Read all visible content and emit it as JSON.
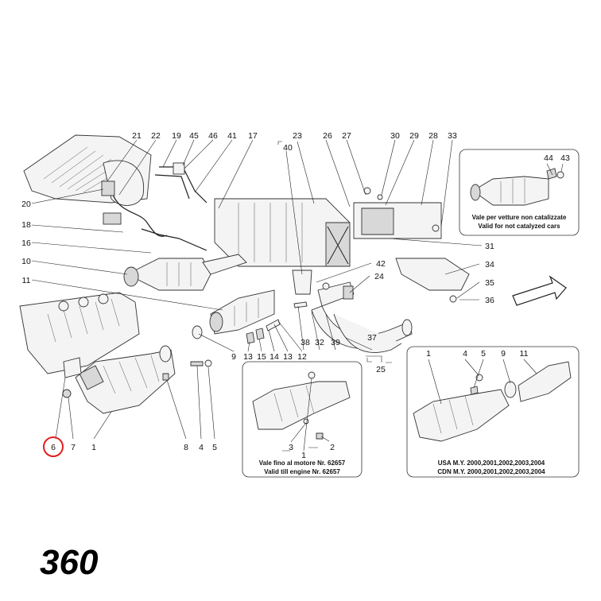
{
  "callouts": {
    "p21": "21",
    "p22": "22",
    "p19": "19",
    "p45": "45",
    "p46": "46",
    "p41": "41",
    "p17": "17",
    "p23": "23",
    "p40": "40",
    "p26": "26",
    "p27": "27",
    "p30": "30",
    "p29": "29",
    "p28": "28",
    "p33": "33",
    "p44": "44",
    "p43": "43",
    "p20": "20",
    "p18": "18",
    "p16": "16",
    "p10": "10",
    "p11": "11",
    "p31": "31",
    "p42": "42",
    "p34": "34",
    "p24": "24",
    "p35": "35",
    "p36": "36",
    "p38": "38",
    "p32": "32",
    "p39": "39",
    "p37": "37",
    "p25": "25",
    "p9": "9",
    "p13a": "13",
    "p15": "15",
    "p14": "14",
    "p13b": "13",
    "p12": "12",
    "p6": "6",
    "p7": "7",
    "p1": "1",
    "p8": "8",
    "p4": "4",
    "p5": "5",
    "i3": "3",
    "i2": "2",
    "i1": "1",
    "r1": "1",
    "r4": "4",
    "r5": "5",
    "r9": "9",
    "r11": "11"
  },
  "notes": {
    "not_catalyzed_it": "Vale per vetture non catalizzate",
    "not_catalyzed_en": "Valid for not catalyzed cars",
    "till_engine_it": "Vale fino al motore Nr. 62657",
    "till_engine_en": "Valid till engine Nr. 62657",
    "usa_line": "USA M.Y. 2000,2001,2002,2003,2004",
    "cdn_line": "CDN M.Y. 2000,2001,2002,2003,2004"
  },
  "model": "360",
  "highlight": {
    "part": "6",
    "color": "#e02020"
  }
}
